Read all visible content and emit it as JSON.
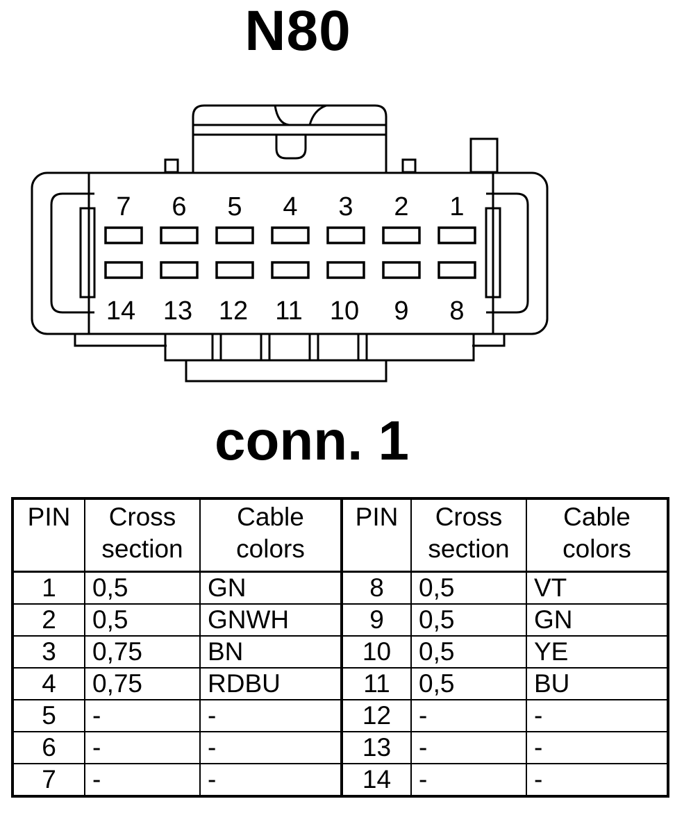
{
  "title": "N80",
  "subtitle": "conn. 1",
  "connector": {
    "top_row_labels": [
      "7",
      "6",
      "5",
      "4",
      "3",
      "2",
      "1"
    ],
    "bottom_row_labels": [
      "14",
      "13",
      "12",
      "11",
      "10",
      "9",
      "8"
    ]
  },
  "table": {
    "headers": {
      "pin": "PIN",
      "cross_line1": "Cross",
      "cross_line2": "section",
      "cable_line1": "Cable",
      "cable_line2": "colors"
    },
    "rows": [
      {
        "pin_a": "1",
        "cross_a": "0,5",
        "color_a": "GN",
        "pin_b": "8",
        "cross_b": "0,5",
        "color_b": "VT"
      },
      {
        "pin_a": "2",
        "cross_a": "0,5",
        "color_a": "GNWH",
        "pin_b": "9",
        "cross_b": "0,5",
        "color_b": "GN"
      },
      {
        "pin_a": "3",
        "cross_a": "0,75",
        "color_a": "BN",
        "pin_b": "10",
        "cross_b": "0,5",
        "color_b": "YE"
      },
      {
        "pin_a": "4",
        "cross_a": "0,75",
        "color_a": "RDBU",
        "pin_b": "11",
        "cross_b": "0,5",
        "color_b": "BU"
      },
      {
        "pin_a": "5",
        "cross_a": "-",
        "color_a": "-",
        "pin_b": "12",
        "cross_b": "-",
        "color_b": "-"
      },
      {
        "pin_a": "6",
        "cross_a": "-",
        "color_a": "-",
        "pin_b": "13",
        "cross_b": "-",
        "color_b": "-"
      },
      {
        "pin_a": "7",
        "cross_a": "-",
        "color_a": "-",
        "pin_b": "14",
        "cross_b": "-",
        "color_b": "-"
      }
    ]
  }
}
